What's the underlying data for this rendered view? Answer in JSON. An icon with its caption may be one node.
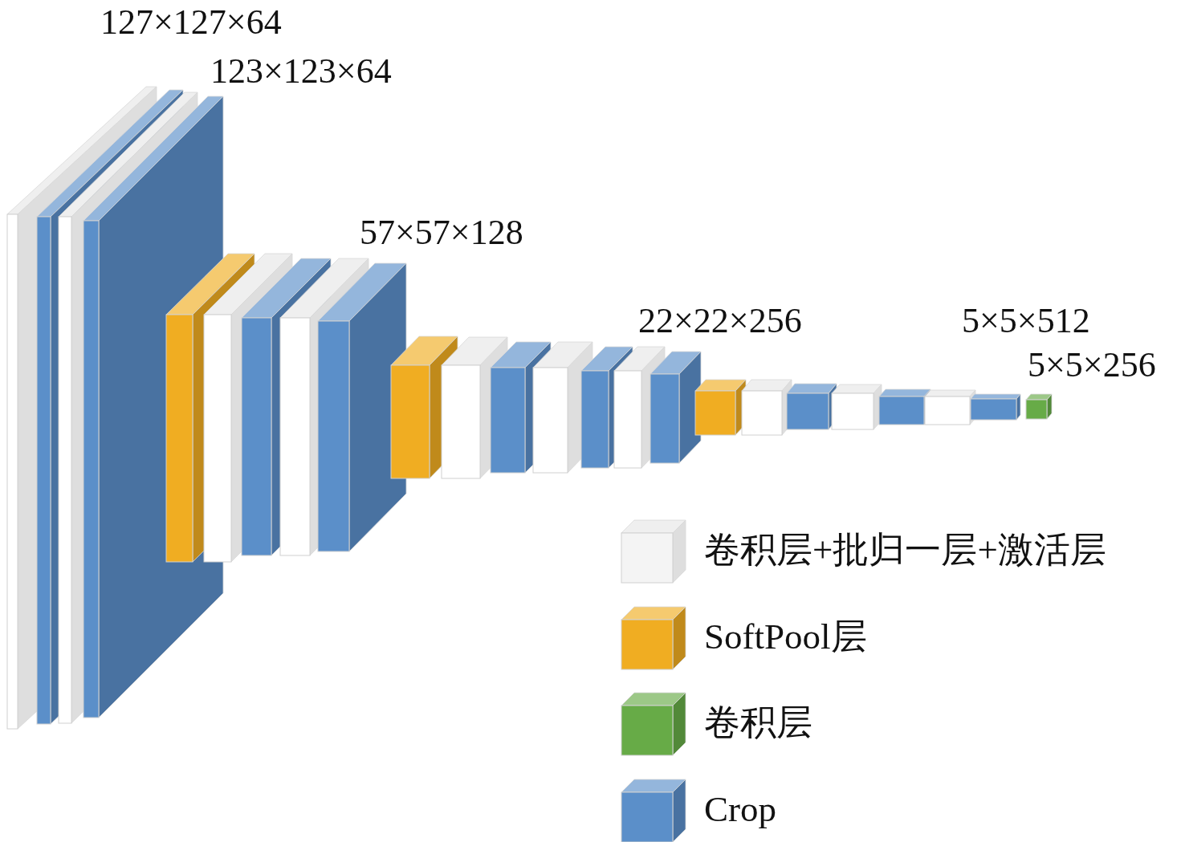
{
  "diagram": {
    "labels": [
      "127×127×64",
      "123×123×64",
      "57×57×128",
      "22×22×256",
      "5×5×512",
      "5×5×256"
    ],
    "legend": [
      {
        "text": "卷积层+批归一层+激活层",
        "color": "#f4f4f4"
      },
      {
        "text": "SoftPool层",
        "color": "#f0ad22"
      },
      {
        "text": "卷积层",
        "color": "#67ab47"
      },
      {
        "text": "Crop",
        "color": "#5b8fc9"
      }
    ]
  }
}
